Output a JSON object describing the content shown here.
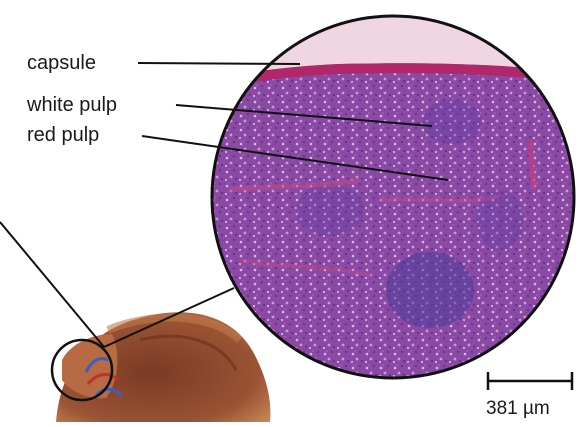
{
  "labels": {
    "capsule": "capsule",
    "white_pulp": "white pulp",
    "red_pulp": "red pulp"
  },
  "scale_bar": {
    "text": "381 µm"
  },
  "colors": {
    "tissue_base": "#8e4aa6",
    "tissue_dark": "#5a3a9a",
    "capsule": "#b0276a",
    "organ": "#8a4a2e",
    "organ_light": "#c27a4c",
    "leader_line": "#111111"
  }
}
